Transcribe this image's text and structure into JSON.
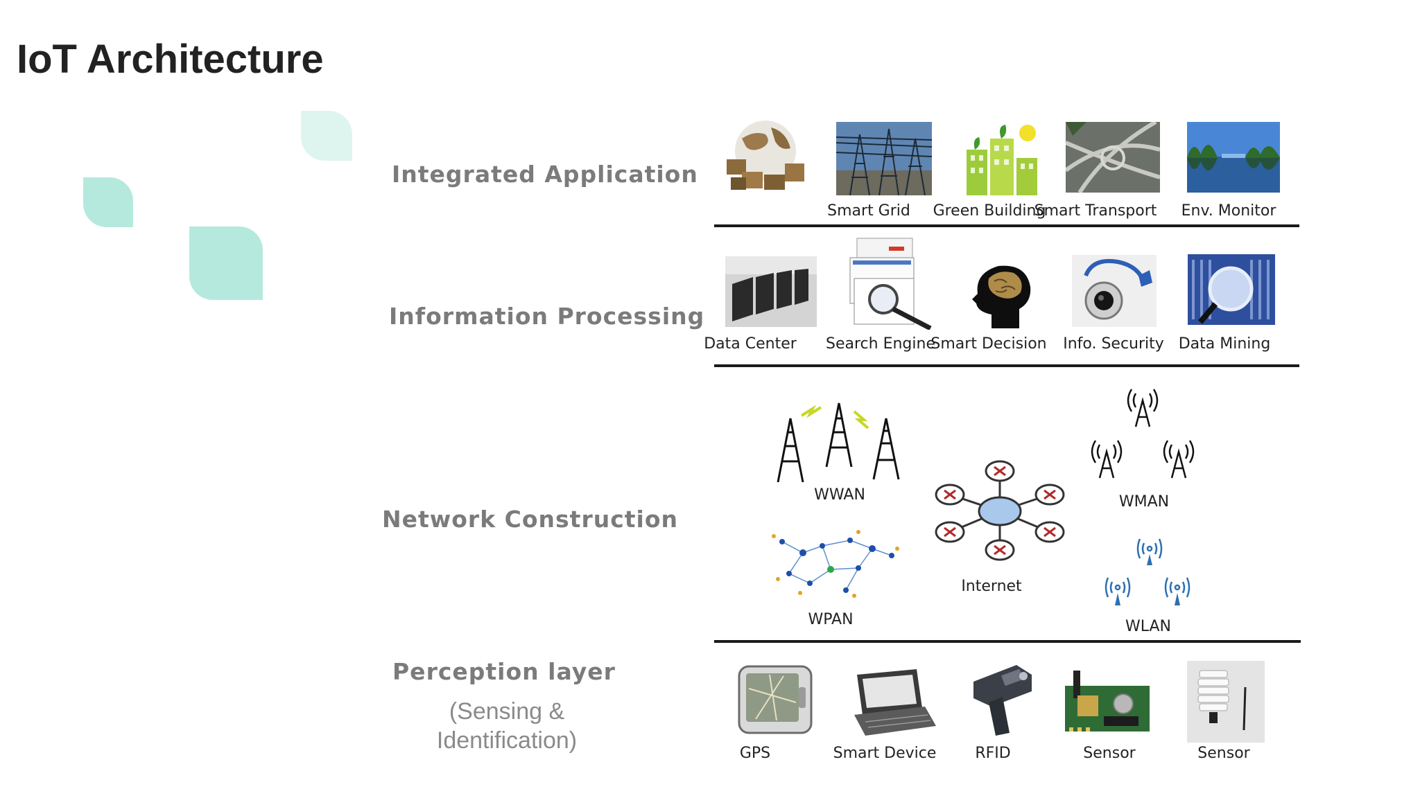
{
  "title": "IoT Architecture",
  "accent_color": "#b5e9de",
  "layers": [
    {
      "label": "Integrated Application",
      "sublabel": ""
    },
    {
      "label": "Information Processing",
      "sublabel": ""
    },
    {
      "label": "Network Construction",
      "sublabel": ""
    },
    {
      "label": "Perception layer",
      "sublabel_line1": "(Sensing &",
      "sublabel_line2": "Identification)"
    }
  ],
  "application": {
    "items": [
      {
        "icon": "globe-boxes-icon",
        "caption": ""
      },
      {
        "icon": "power-grid-icon",
        "caption": "Smart Grid"
      },
      {
        "icon": "green-building-icon",
        "caption": "Green Building"
      },
      {
        "icon": "highway-interchange-icon",
        "caption": "Smart Transport"
      },
      {
        "icon": "lake-landscape-icon",
        "caption": "Env. Monitor"
      }
    ]
  },
  "processing": {
    "items": [
      {
        "icon": "server-racks-icon",
        "caption": "Data Center"
      },
      {
        "icon": "search-engine-icon",
        "caption": "Search Engine"
      },
      {
        "icon": "brain-head-icon",
        "caption": "Smart Decision"
      },
      {
        "icon": "security-camera-icon",
        "caption": "Info. Security"
      },
      {
        "icon": "magnifier-data-icon",
        "caption": "Data Mining"
      }
    ]
  },
  "network": {
    "items": [
      {
        "icon": "cell-towers-icon",
        "caption": "WWAN"
      },
      {
        "icon": "mesh-network-icon",
        "caption": "WPAN"
      },
      {
        "icon": "router-star-icon",
        "caption": "Internet"
      },
      {
        "icon": "wireless-antennas-icon",
        "caption": "WMAN"
      },
      {
        "icon": "wifi-access-points-icon",
        "caption": "WLAN"
      }
    ]
  },
  "perception": {
    "items": [
      {
        "icon": "gps-device-icon",
        "caption": "GPS"
      },
      {
        "icon": "handheld-device-icon",
        "caption": "Smart Device"
      },
      {
        "icon": "rfid-scanner-icon",
        "caption": "RFID"
      },
      {
        "icon": "circuit-board-icon",
        "caption": "Sensor"
      },
      {
        "icon": "weather-sensor-icon",
        "caption": "Sensor"
      }
    ]
  }
}
